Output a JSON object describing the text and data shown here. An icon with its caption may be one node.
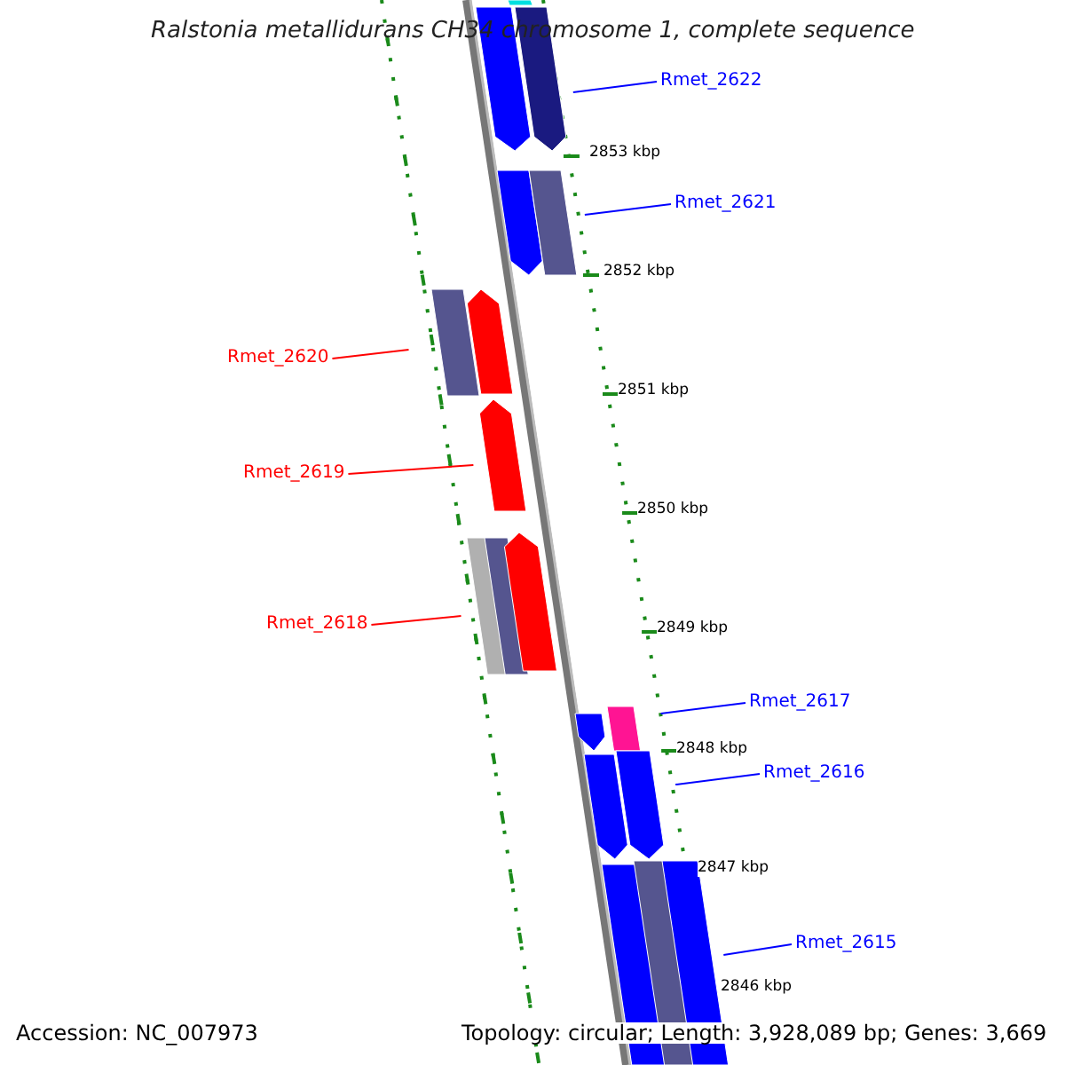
{
  "diagram": {
    "title": "Ralstonia metallidurans CH34 chromosome 1, complete sequence",
    "nodes": [
      {
        "text": [
          "Rmet_2622"
        ]
      },
      {
        "text": [
          "Rmet_2621"
        ]
      },
      {
        "text": [
          "Rmet_2620"
        ]
      },
      {
        "text": [
          "Rmet_2619"
        ]
      },
      {
        "text": [
          "Rmet_2618"
        ]
      },
      {
        "text": [
          "Rmet_2617"
        ]
      },
      {
        "text": [
          "Rmet_2616"
        ]
      },
      {
        "text": [
          "Rmet_2615"
        ]
      },
      {
        "text": [],
        "shape": "box"
      },
      {
        "text": [],
        "shape": "arrow"
      },
      {
        "text": [],
        "shape": "arrow"
      },
      {
        "text": [],
        "shape": "arrow"
      },
      {
        "text": [],
        "shape": "box"
      },
      {
        "text": [],
        "shape": "box"
      },
      {
        "text": [],
        "shape": "arrow"
      },
      {
        "text": [],
        "shape": "arrow"
      },
      {
        "text": [],
        "shape": "box"
      },
      {
        "text": [],
        "shape": "box"
      },
      {
        "text": [],
        "shape": "arrow"
      },
      {
        "text": [],
        "shape": "arrow"
      },
      {
        "text": [],
        "shape": "box"
      },
      {
        "text": [],
        "shape": "arrow"
      },
      {
        "text": [],
        "shape": "arrow"
      },
      {
        "text": [],
        "shape": "box"
      },
      {
        "text": [],
        "shape": "box"
      },
      {
        "text": [],
        "shape": "box"
      }
    ],
    "edges": [
      {
        "from": 0,
        "to": 10,
        "arrow": "none"
      },
      {
        "from": 1,
        "to": 12,
        "arrow": "none"
      },
      {
        "from": 2,
        "to": 13,
        "arrow": "none",
        "color": "#ff0000"
      },
      {
        "from": 3,
        "to": 15,
        "arrow": "none",
        "color": "#ff0000"
      },
      {
        "from": 4,
        "to": 16,
        "arrow": "none",
        "color": "#ff0000"
      },
      {
        "from": 5,
        "to": 20,
        "arrow": "none"
      },
      {
        "from": 6,
        "to": 22,
        "arrow": "none"
      },
      {
        "from": 7,
        "to": 25,
        "arrow": "none"
      }
    ],
    "labels": [
      "2853 kbp",
      "2852 kbp",
      "2851 kbp",
      "2850 kbp",
      "2849 kbp",
      "2848 kbp",
      "2847 kbp",
      "2846 kbp",
      "Accession: NC_007973",
      "Topology: circular; Length: 3,928,089 bp; Genes: 3,669"
    ]
  }
}
